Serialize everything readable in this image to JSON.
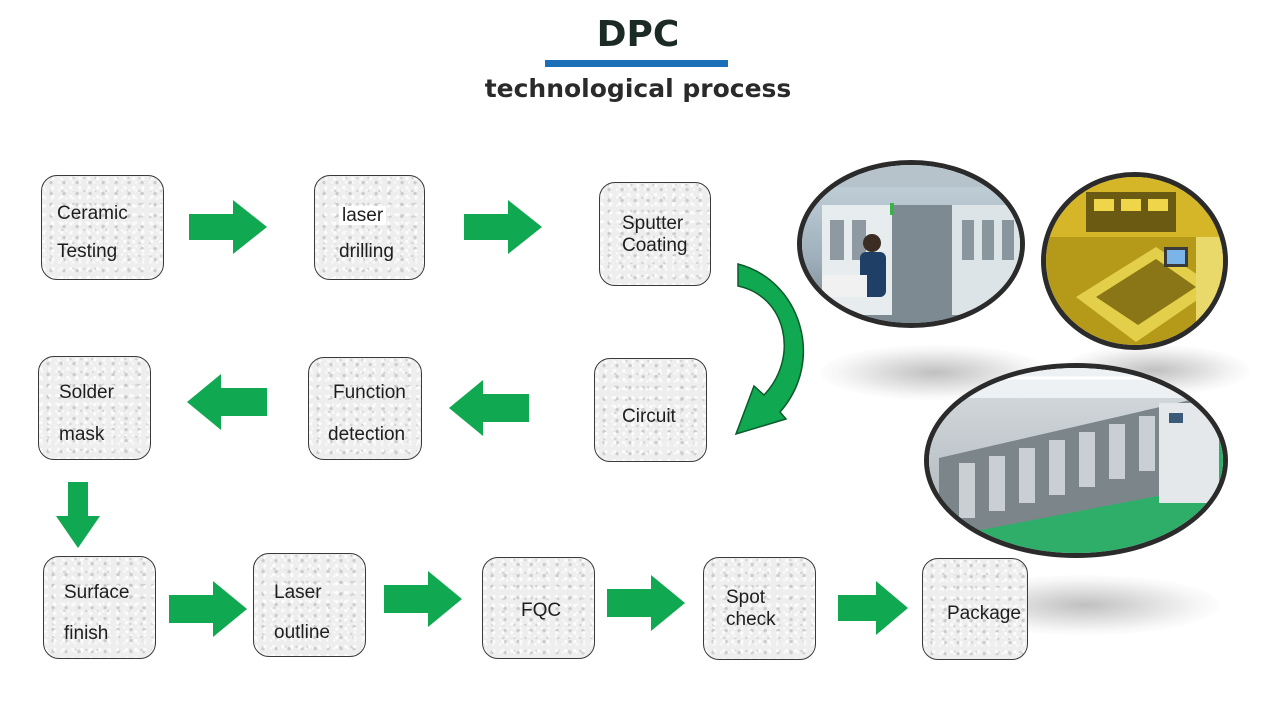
{
  "header": {
    "title": "DPC",
    "subtitle": "technological process"
  },
  "steps": {
    "ceramic_testing": {
      "line1": "Ceramic",
      "line2": "Testing"
    },
    "laser_drilling": {
      "line1": "laser",
      "line2": "drilling"
    },
    "sputter_coating": {
      "line1": "Sputter",
      "line2": "Coating"
    },
    "circuit": {
      "line1": "Circuit"
    },
    "function_detection": {
      "line1": "Function",
      "line2": "detection"
    },
    "solder_mask": {
      "line1": "Solder",
      "line2": "mask"
    },
    "surface_finish": {
      "line1": "Surface",
      "line2": "finish"
    },
    "laser_outline": {
      "line1": "Laser",
      "line2": "outline"
    },
    "fqc": {
      "line1": "FQC"
    },
    "spot_check": {
      "line1": "Spot",
      "line2": "check"
    },
    "package": {
      "line1": "Package"
    }
  },
  "colors": {
    "arrow": "#10a850",
    "title_bar": "#1a6fb8"
  },
  "photos": [
    "factory-cleanroom-photo",
    "yellow-lithography-room-photo",
    "plating-production-line-photo"
  ]
}
